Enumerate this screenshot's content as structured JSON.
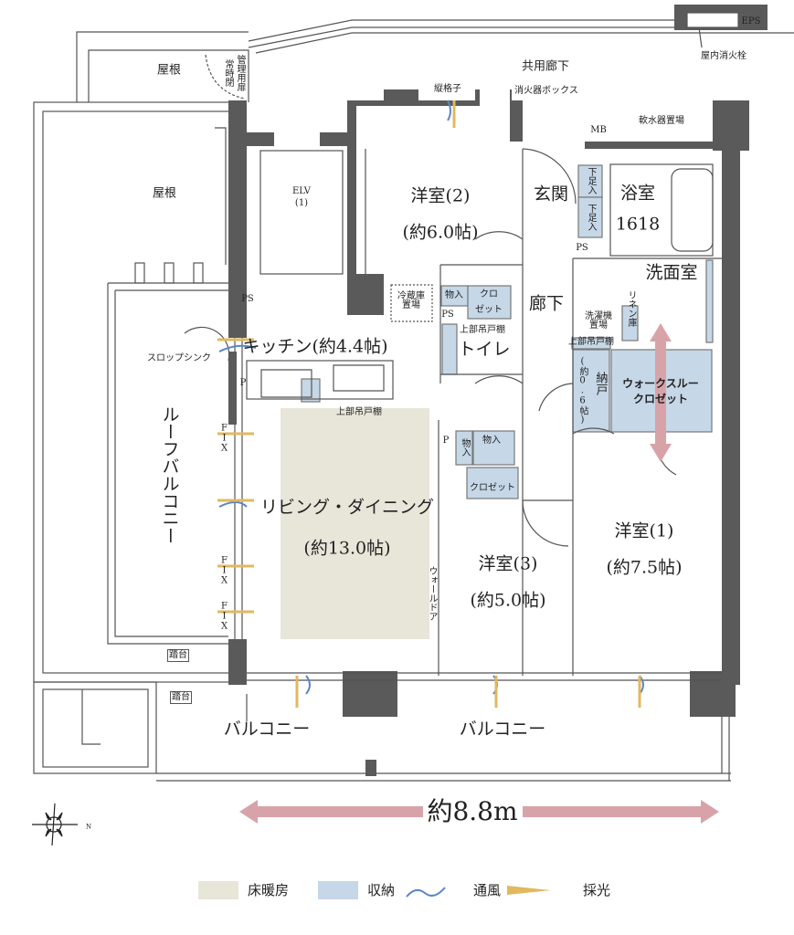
{
  "colors": {
    "wall": "#5a5a5a",
    "floor_heating": "#e8e5d9",
    "storage": "#c6d7e7",
    "arrow": "#d7a3a9",
    "wind": "#5b86c4",
    "light": "#e2b860"
  },
  "labels": {
    "roof_top": "屋根",
    "roof_left": "屋根",
    "mgmt_door": "管理用扉",
    "mgmt_door_note": "常時閉",
    "common_corridor": "共用廊下",
    "lattice": "縦格子",
    "extinguisher_box": "消火器ボックス",
    "hydrant": "屋内消火栓",
    "eps": "EPS",
    "mb": "MB",
    "softener": "軟水器置場",
    "elv": "ELV",
    "elv_no": "(1)",
    "room2": "洋室(2)",
    "room2_size": "(約6.0帖)",
    "entrance": "玄関",
    "shoe1": "下足入",
    "shoe2": "下足入",
    "bath": "浴室",
    "bath_size": "1618",
    "ps1": "PS",
    "ps2": "PS",
    "ps3": "PS",
    "fridge": "冷蔵庫置場",
    "storage1": "物入",
    "closet1a": "クロ",
    "closet1b": "ゼット",
    "upper_cab1": "上部吊戸棚",
    "toilet": "トイレ",
    "hall": "廊下",
    "washroom": "洗面室",
    "linen": "リネン庫",
    "washer": "洗濯機置場",
    "upper_cab2": "上部吊戸棚",
    "nando_size": "(約0.6帖)",
    "nando": "納戸",
    "wtc1": "ウォークスルー",
    "wtc2": "クロゼット",
    "kitchen": "キッチン(約4.4帖)",
    "slop_sink": "スロップシンク",
    "p1": "P",
    "upper_cab3": "上部吊戸棚",
    "roof_balcony": "ルーフバルコニー",
    "fix": "FIX",
    "living": "リビング・ダイニング",
    "living_size": "(約13.0帖)",
    "p2": "P",
    "storage2": "物入",
    "storage3": "物入",
    "closet3": "クロゼット",
    "wall_door": "ウォールドア",
    "room3": "洋室(3)",
    "room3_size": "(約5.0帖)",
    "room1": "洋室(1)",
    "room1_size": "(約7.5帖)",
    "step1": "踏台",
    "step2": "踏台",
    "balcony1": "バルコニー",
    "balcony2": "バルコニー",
    "width": "約8.8m"
  },
  "compass": {
    "icon": "compass-north-rose",
    "north_label": "N"
  },
  "legend": [
    {
      "label": "床暖房",
      "type": "swatch"
    },
    {
      "label": "収納",
      "type": "swatch"
    },
    {
      "label": "通風",
      "type": "wave-icon"
    },
    {
      "label": "採光",
      "type": "ray-icon"
    }
  ]
}
